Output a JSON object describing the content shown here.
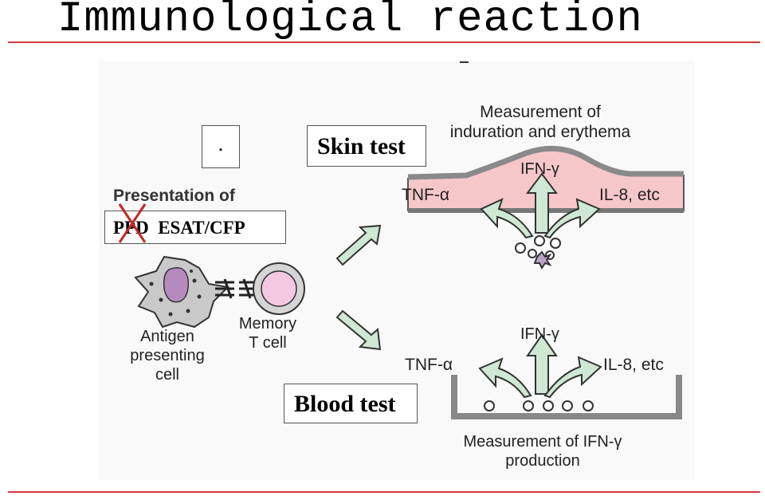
{
  "title": "Immunological reaction",
  "dot_box": ".",
  "skin_test": "Skin test",
  "blood_test": "Blood test",
  "presentation_heading": "Presentation of",
  "antigens": {
    "crossed": "PPD",
    "active": "ESAT/CFP"
  },
  "cells": {
    "apc": [
      "Antigen",
      "presenting",
      "cell"
    ],
    "memory": [
      "Memory",
      "T cell"
    ]
  },
  "skin": {
    "measure": [
      "Measurement of",
      "induration and erythema"
    ],
    "tnf": "TNF-α",
    "ifn": "IFN-γ",
    "il8": "IL-8, etc"
  },
  "blood": {
    "tnf": "TNF-α",
    "ifn": "IFN-γ",
    "il8": "IL-8, etc",
    "measure": [
      "Measurement of IFN-γ",
      "production"
    ]
  },
  "colors": {
    "accent_rule": "#d23a3a",
    "tissue": "#f6c7c9",
    "arrow_fill": "#cfe8d4",
    "cross": "#c62828"
  }
}
